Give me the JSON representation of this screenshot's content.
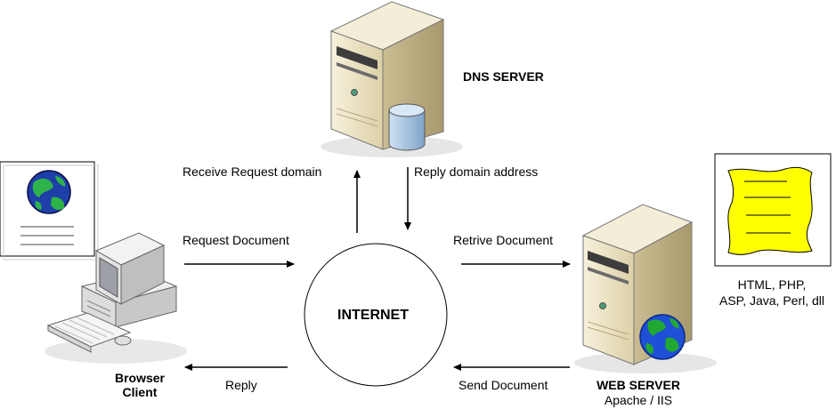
{
  "nodes": {
    "dns_server": "DNS SERVER",
    "internet": "INTERNET",
    "browser_client": "Browser\nClient",
    "web_server": "WEB SERVER",
    "web_server_sub": "Apache / IIS",
    "languages_line1": "HTML, PHP,",
    "languages_line2": "ASP, Java, Perl, dll"
  },
  "edges": {
    "receive_request_domain": "Receive Request domain",
    "reply_domain_address": "Reply domain address",
    "request_document": "Request Document",
    "retrive_document": "Retrive Document",
    "reply": "Reply",
    "send_document": "Send Document"
  },
  "colors": {
    "server_body": "#efe6c9",
    "server_side": "#d8cba3",
    "database": "#a9c7e3",
    "globe_ocean": "#1f4fd6",
    "globe_land": "#21a832",
    "doc_yellow": "#ffff00",
    "monitor_screen": "#9ea0a8"
  }
}
